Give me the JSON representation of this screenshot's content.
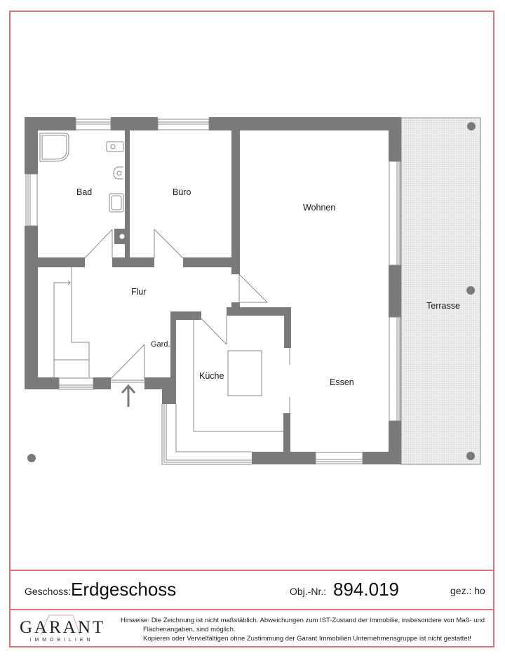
{
  "floorplan": {
    "rooms": [
      {
        "id": "bad",
        "label": "Bad"
      },
      {
        "id": "buero",
        "label": "Büro"
      },
      {
        "id": "wohnen",
        "label": "Wohnen"
      },
      {
        "id": "flur",
        "label": "Flur"
      },
      {
        "id": "gard",
        "label": "Gard."
      },
      {
        "id": "kueche",
        "label": "Küche"
      },
      {
        "id": "essen",
        "label": "Essen"
      },
      {
        "id": "terrasse",
        "label": "Terrasse"
      }
    ],
    "colors": {
      "wall": "#7a7a7a",
      "frame": "#d9727c",
      "terrace_fill": "#e6e6e6",
      "line": "#8a8a8a"
    }
  },
  "titleblock": {
    "geschoss_label": "Geschoss:",
    "geschoss_value": "Erdgeschoss",
    "obj_label": "Obj.-Nr.:",
    "obj_value": "894.019",
    "gez": "gez.: ho"
  },
  "logo": {
    "name": "GARANT",
    "subtitle": "IMMOBILIEN"
  },
  "notes": {
    "line1": "Hinweise: Die Zeichnung ist nicht maßstäblich. Abweichungen zum IST-Zustand der Immobilie, insbesondere von Maß- und",
    "line2": "Flächenangaben, sind möglich.",
    "line3": "Kopieren oder Vervielfältigen ohne Zustimmung der Garant Immobilien Unternehmensgruppe ist nicht gestattet!"
  }
}
